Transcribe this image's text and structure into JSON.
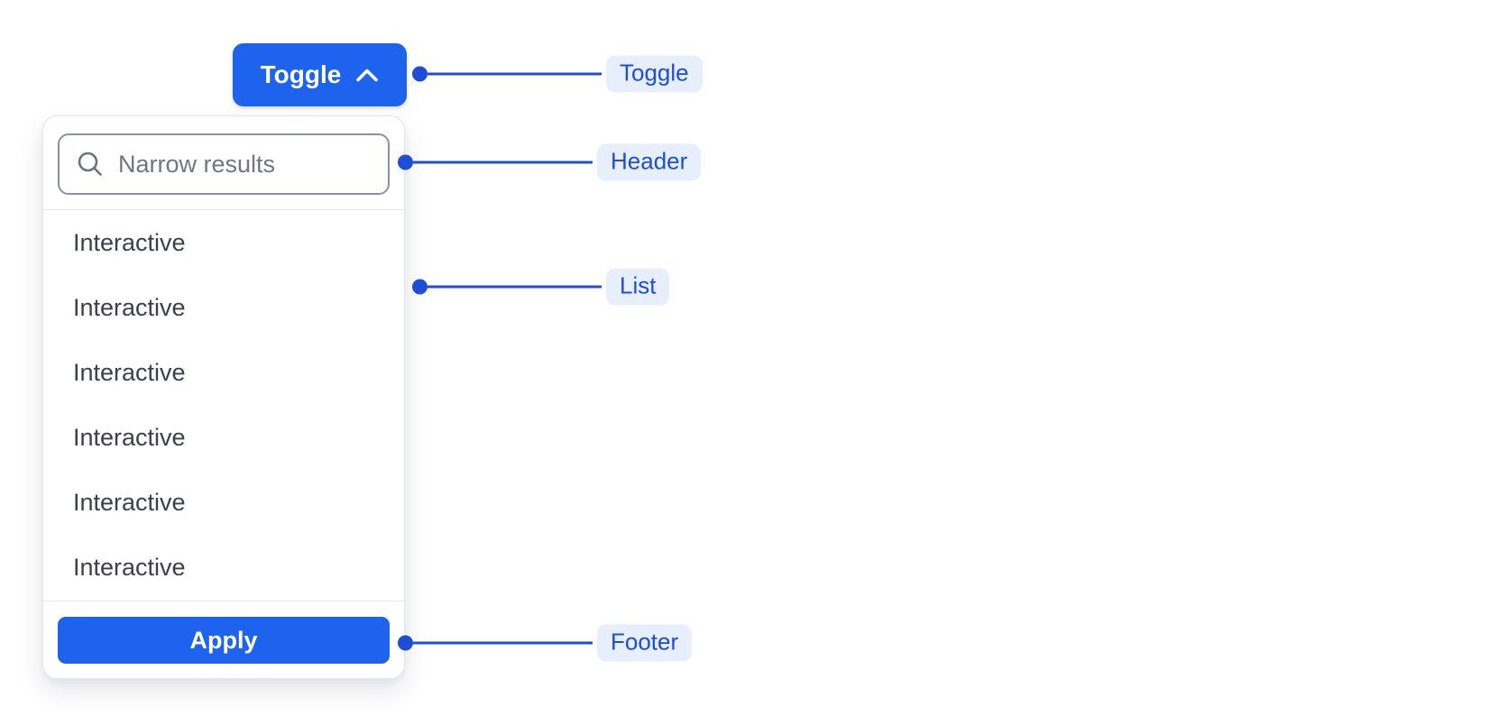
{
  "colors": {
    "accent": "#1d63ed",
    "annotation": "#1e4ed8",
    "annotation-bg": "#e8effc",
    "list-text": "#394150",
    "placeholder": "#6e7687",
    "input-border": "#8a919f",
    "panel-border": "#e2e5ea",
    "divider": "#e7e9ec"
  },
  "toggle": {
    "label": "Toggle",
    "icon": "chevron-up-icon"
  },
  "dropdown": {
    "header": {
      "search": {
        "placeholder": "Narrow results",
        "value": "",
        "icon": "search-icon"
      }
    },
    "list": {
      "items": [
        {
          "label": "Interactive"
        },
        {
          "label": "Interactive"
        },
        {
          "label": "Interactive"
        },
        {
          "label": "Interactive"
        },
        {
          "label": "Interactive"
        },
        {
          "label": "Interactive"
        }
      ]
    },
    "footer": {
      "apply_label": "Apply"
    }
  },
  "annotations": [
    {
      "label": "Toggle"
    },
    {
      "label": "Header"
    },
    {
      "label": "List"
    },
    {
      "label": "Footer"
    }
  ]
}
